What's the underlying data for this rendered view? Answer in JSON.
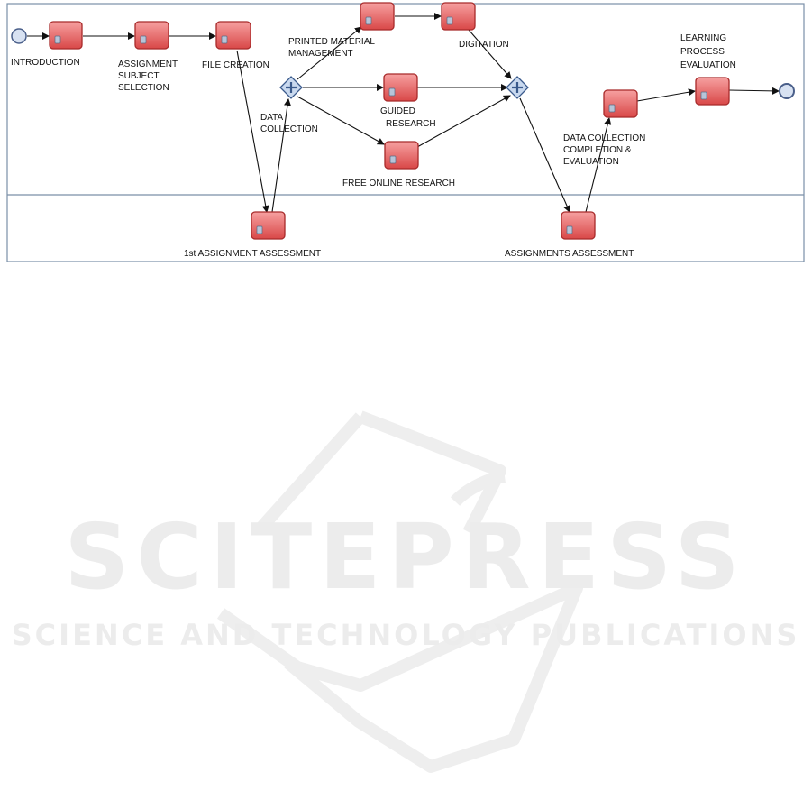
{
  "diagram": {
    "lanes": [
      "",
      ""
    ],
    "start_event": "",
    "end_event": "",
    "tasks": {
      "introduction": [
        "INTRODUCTION"
      ],
      "assignment_subject_selection": [
        "ASSIGNMENT",
        "SUBJECT",
        "SELECTION"
      ],
      "file_creation": [
        "FILE CREATION"
      ],
      "printed_material_management": [
        "PRINTED MATERIAL",
        "MANAGEMENT"
      ],
      "digitation": [
        "DIGITATION"
      ],
      "guided_research": [
        "GUIDED",
        "RESEARCH"
      ],
      "free_online_research": [
        "FREE ONLINE RESEARCH"
      ],
      "data_collection_completion": [
        "DATA COLLECTION",
        "COMPLETION &",
        "EVALUATION"
      ],
      "learning_process_evaluation": [
        "LEARNING",
        "PROCESS",
        "EVALUATION"
      ],
      "first_assignment_assessment": [
        "1st ASSIGNMENT ASSESSMENT"
      ],
      "assignments_assessment": [
        "ASSIGNMENTS ASSESSMENT"
      ]
    },
    "gateways": {
      "data_collection": [
        "DATA",
        "COLLECTION"
      ]
    },
    "colors": {
      "task_fill": "#e86a6a",
      "task_stroke": "#a82a2a",
      "gateway_fill": "#c9d9ef",
      "gateway_stroke": "#3a5a8c",
      "event_fill": "#d8e2f2",
      "event_stroke": "#4a5f8a",
      "pool_border": "#7a8fa8"
    }
  },
  "watermark": {
    "title": "SCITEPRESS",
    "subtitle": "SCIENCE AND TECHNOLOGY PUBLICATIONS"
  }
}
